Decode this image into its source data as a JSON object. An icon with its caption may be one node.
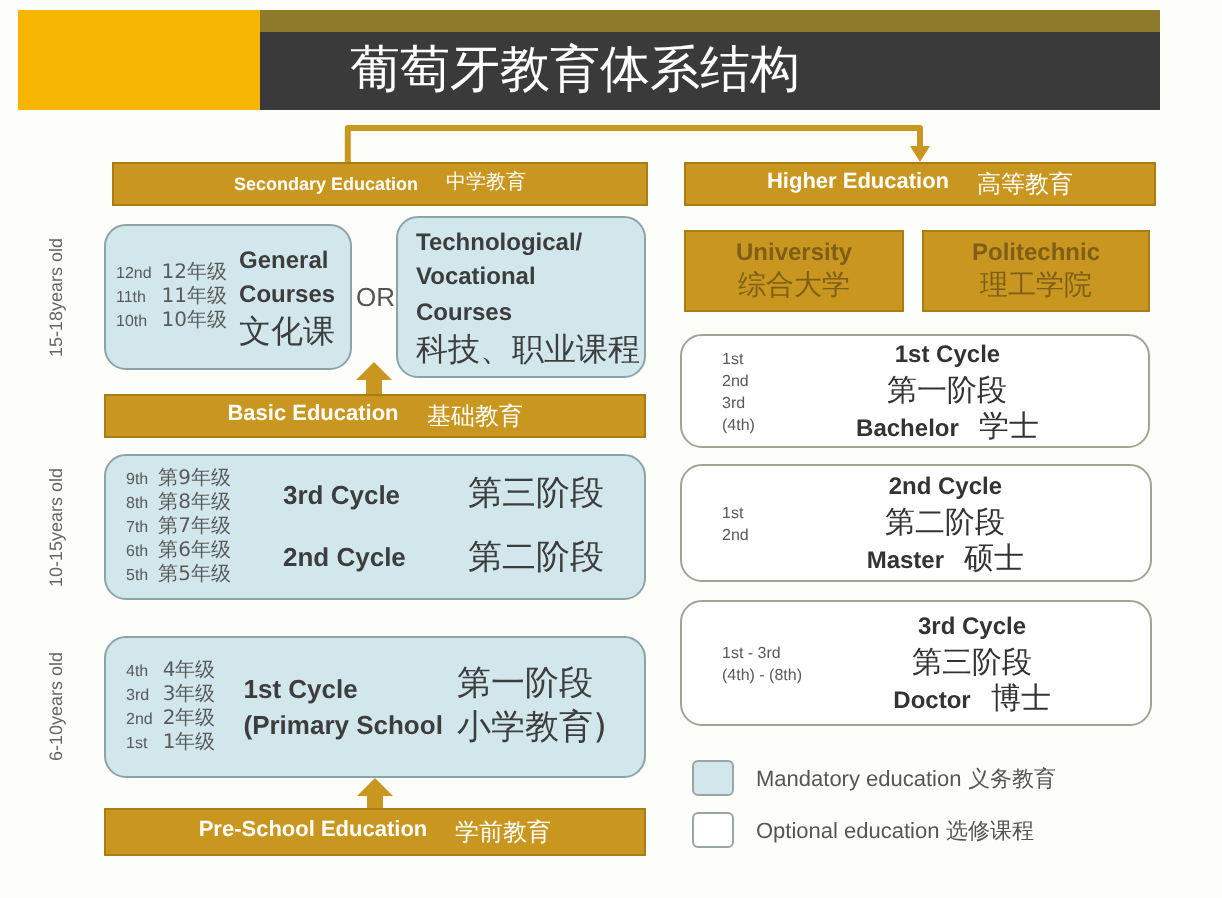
{
  "diagram": {
    "title": "葡萄牙教育体系结构",
    "nodes": [
      {
        "text": [
          "Secondary Education",
          "中学教育"
        ]
      },
      {
        "text": [
          "Higher Education",
          "高等教育"
        ]
      },
      {
        "text": [
          "12nd",
          "12年级",
          "11th",
          "11年级",
          "10th",
          "10年级",
          "General Courses",
          "文化课"
        ]
      },
      {
        "text": [
          "Technological/ Vocational Courses",
          "科技、职业课程"
        ]
      },
      {
        "text": [
          "Basic Education",
          "基础教育"
        ]
      },
      {
        "text": [
          "9th",
          "第9年级",
          "8th",
          "第8年级",
          "7th",
          "第7年级",
          "6th",
          "第6年级",
          "5th",
          "第5年级",
          "3rd Cycle",
          "第三阶段",
          "2nd Cycle",
          "第二阶段"
        ]
      },
      {
        "text": [
          "4th",
          "4年级",
          "3rd",
          "3年级",
          "2nd",
          "2年级",
          "1st",
          "1年级",
          "1st Cycle (Primary School",
          "第一阶段小学教育)"
        ]
      },
      {
        "text": [
          "Pre-School Education",
          "学前教育"
        ]
      },
      {
        "text": [
          "University",
          "综合大学"
        ]
      },
      {
        "text": [
          "Politechnic",
          "理工学院"
        ]
      },
      {
        "text": [
          "1st",
          "2nd",
          "3rd",
          "(4th)",
          "1st Cycle",
          "第一阶段",
          "Bachelor",
          "学士"
        ]
      },
      {
        "text": [
          "1st",
          "2nd",
          "2nd Cycle",
          "第二阶段",
          "Master",
          "硕士"
        ]
      },
      {
        "text": [
          "1st - 3rd",
          "(4th) - (8th)",
          "3rd Cycle",
          "第三阶段",
          "Doctor",
          "博士"
        ]
      }
    ],
    "edges": [
      {
        "from": 0,
        "to": 1,
        "arrow": "to"
      },
      {
        "from": 4,
        "to": 2,
        "arrow": "to"
      },
      {
        "from": 4,
        "to": 3,
        "arrow": "to"
      },
      {
        "from": 7,
        "to": 6,
        "arrow": "to"
      }
    ],
    "labels": [
      "15-18years old",
      "OR",
      "10-15years old",
      "6-10years old"
    ],
    "legend": [
      {
        "text": "Mandatory education 义务教育",
        "color": "#d2e7ec"
      },
      {
        "text": "Optional education 选修课程",
        "color": "#ffffff"
      }
    ]
  }
}
